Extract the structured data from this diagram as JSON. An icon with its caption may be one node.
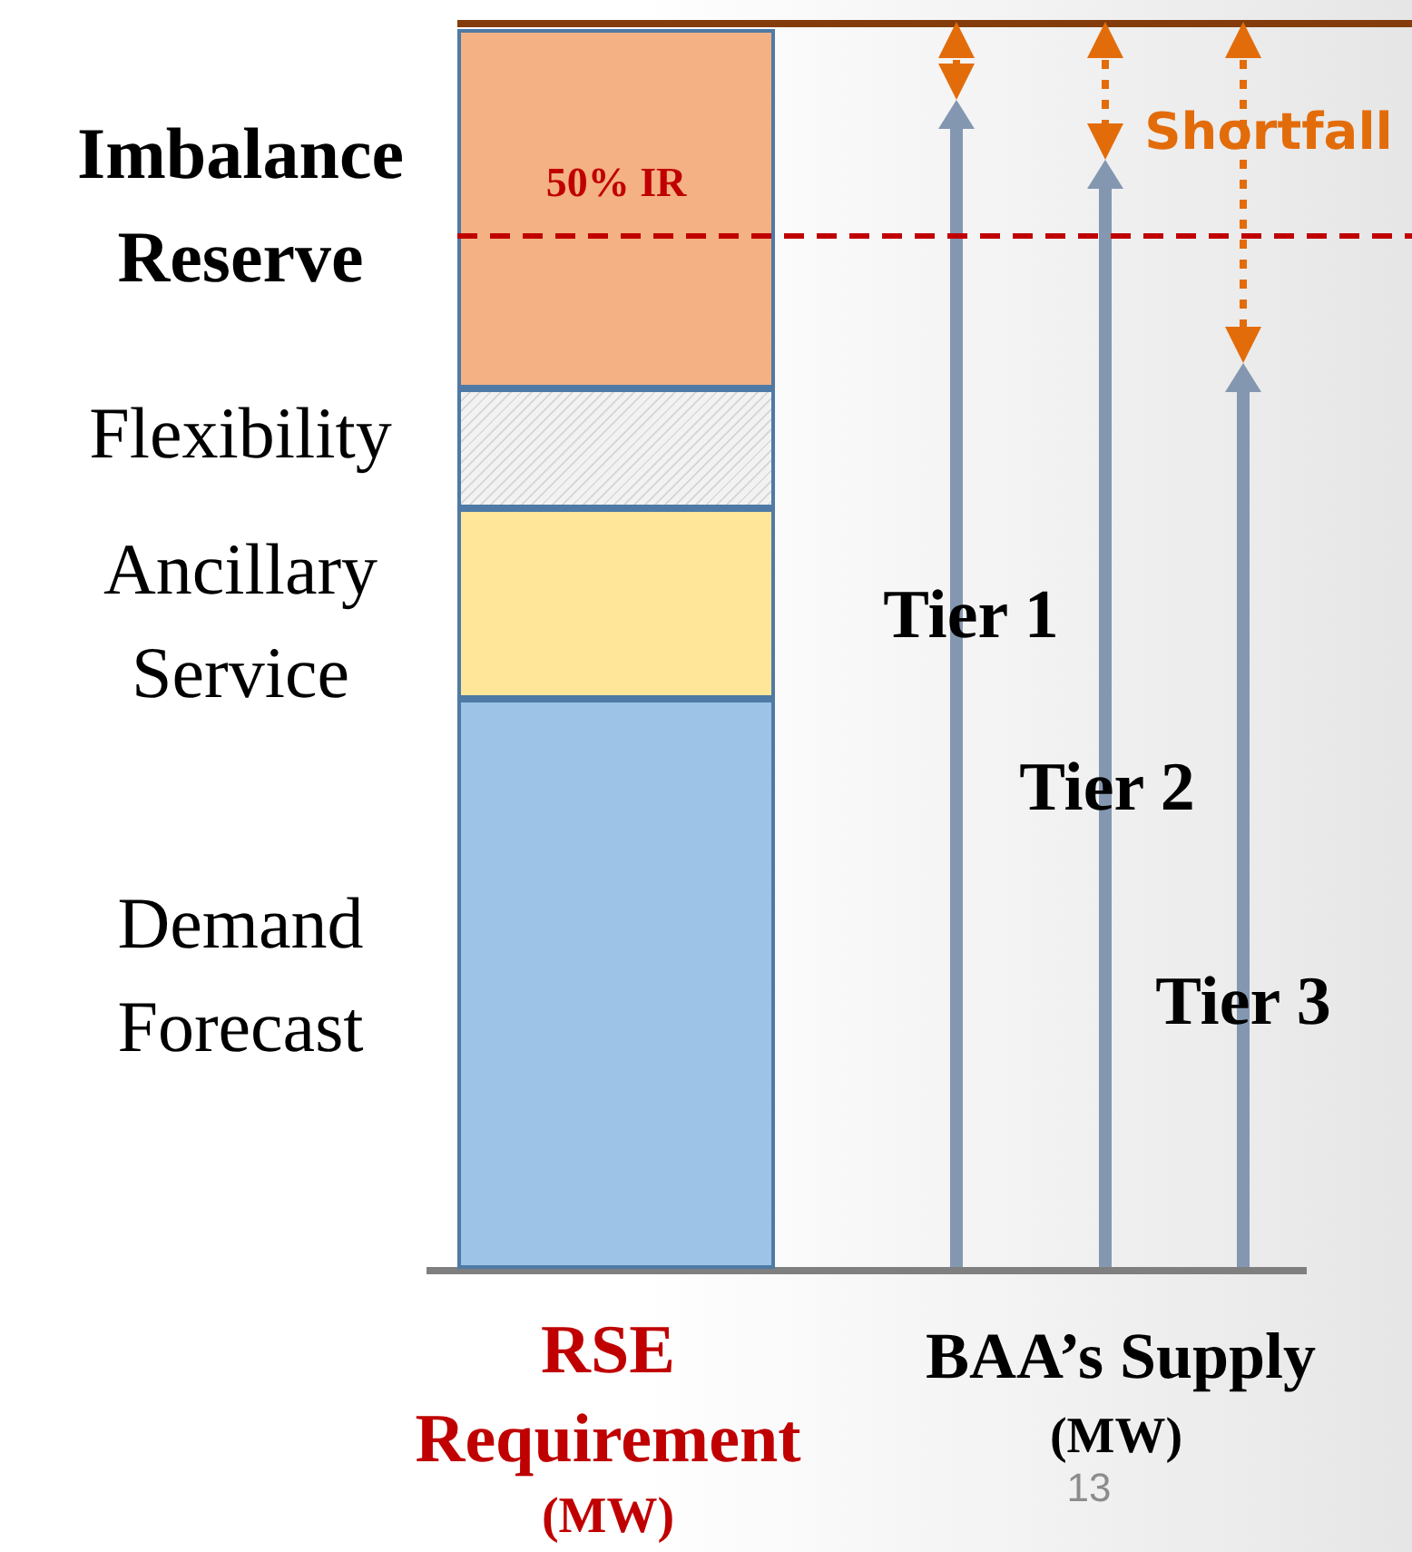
{
  "diagram": {
    "nodes": [
      {
        "text": [
          "50% IR"
        ],
        "beside": [
          "Imbalance Reserve"
        ]
      },
      {
        "text": [],
        "shape": "box",
        "beside": [
          "Flexibility"
        ]
      },
      {
        "text": [],
        "shape": "box",
        "beside": [
          "Ancillary Service"
        ]
      },
      {
        "text": [],
        "shape": "box",
        "beside": [
          "Demand Forecast"
        ]
      }
    ],
    "labels": [
      "Shortfall",
      "Tier 1",
      "Tier 2",
      "Tier 3",
      "RSE Requirement",
      "(MW)",
      "BAA’s Supply",
      "(MW)",
      "13"
    ]
  }
}
